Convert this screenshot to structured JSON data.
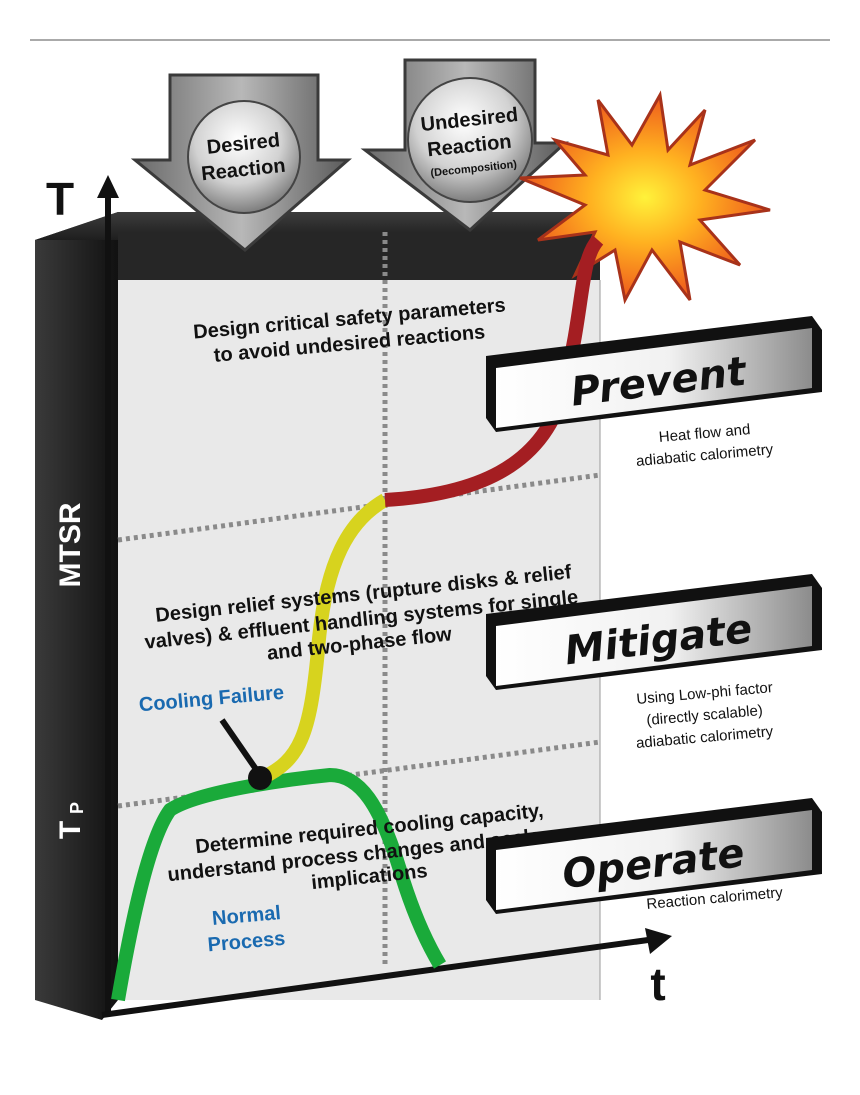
{
  "axes": {
    "y_label": "T",
    "x_label": "t",
    "y_mid_label": "MTSR",
    "y_low_label": "T",
    "y_low_sub": "P"
  },
  "arrows": {
    "desired": [
      "Desired",
      "Reaction"
    ],
    "undesired": [
      "Undesired",
      "Reaction"
    ],
    "undesired_sub": "(Decomposition)"
  },
  "zones": {
    "prevent": {
      "text": [
        "Design critical safety parameters",
        "to avoid undesired reactions"
      ],
      "label": "Prevent",
      "note": [
        "Heat flow and",
        "adiabatic calorimetry"
      ]
    },
    "mitigate": {
      "text": [
        "Design relief systems (rupture disks & relief",
        "valves) & effluent handling systems for single",
        "and two-phase flow"
      ],
      "label": "Mitigate",
      "note": [
        "Using Low-phi factor",
        "(directly scalable)",
        "adiabatic calorimetry"
      ]
    },
    "operate": {
      "text": [
        "Determine required cooling capacity,",
        "understand process changes and scale-up",
        "implications"
      ],
      "label": "Operate",
      "note": [
        "Reaction calorimetry"
      ]
    }
  },
  "callouts": {
    "cooling_failure": "Cooling Failure",
    "normal_process": [
      "Normal",
      "Process"
    ]
  },
  "colors": {
    "green": "#1aaa3a",
    "yellow": "#d7d31e",
    "red": "#a41e22",
    "blue": "#1a6ab0",
    "dark": "#1a1a1a",
    "panel": "#e9e9e9"
  }
}
